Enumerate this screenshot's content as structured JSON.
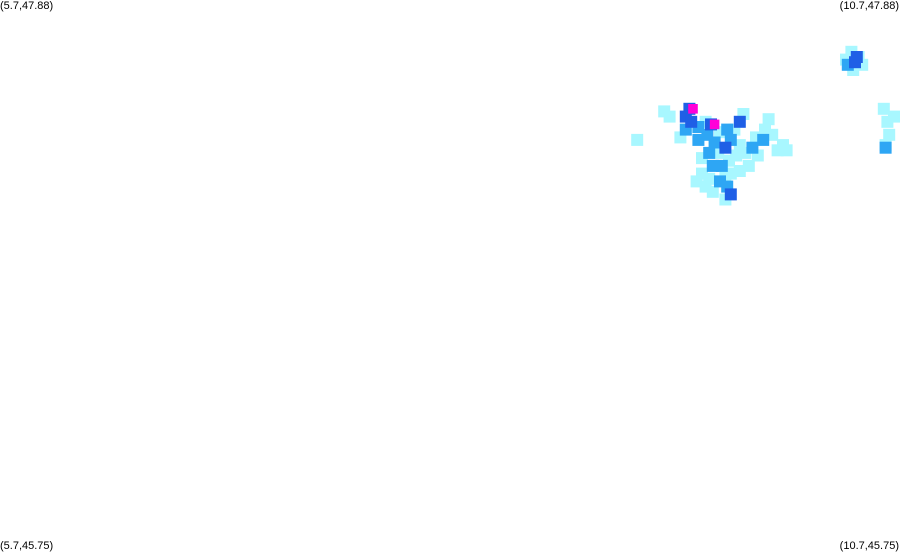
{
  "corners": {
    "top_left": "(5.7,47.88)",
    "top_right": "(10.7,47.88)",
    "bottom_left": "(5.7,45.75)",
    "bottom_right": "(10.7,45.75)"
  },
  "extent": {
    "lon_min": 5.7,
    "lon_max": 10.7,
    "lat_min": 45.75,
    "lat_max": 47.88
  },
  "colors": {
    "background": "#ffffff",
    "light": "#a8f7ff",
    "medium": "#2ea6f4",
    "dark": "#1f5fe6",
    "strong": "#ff00d8"
  },
  "precip_cells": [
    {
      "lon": 10.43,
      "lat": 47.68,
      "intensity": "light"
    },
    {
      "lon": 10.47,
      "lat": 47.66,
      "intensity": "light"
    },
    {
      "lon": 10.4,
      "lat": 47.65,
      "intensity": "light"
    },
    {
      "lon": 10.49,
      "lat": 47.63,
      "intensity": "light"
    },
    {
      "lon": 10.45,
      "lat": 47.64,
      "intensity": "dark"
    },
    {
      "lon": 10.46,
      "lat": 47.66,
      "intensity": "dark"
    },
    {
      "lon": 10.41,
      "lat": 47.63,
      "intensity": "medium"
    },
    {
      "lon": 10.44,
      "lat": 47.61,
      "intensity": "light"
    },
    {
      "lon": 10.61,
      "lat": 47.46,
      "intensity": "light"
    },
    {
      "lon": 10.63,
      "lat": 47.41,
      "intensity": "light"
    },
    {
      "lon": 10.64,
      "lat": 47.36,
      "intensity": "light"
    },
    {
      "lon": 10.62,
      "lat": 47.32,
      "intensity": "light"
    },
    {
      "lon": 10.62,
      "lat": 47.31,
      "intensity": "medium"
    },
    {
      "lon": 10.68,
      "lat": 47.43,
      "intensity": "light"
    },
    {
      "lon": 9.39,
      "lat": 47.45,
      "intensity": "light"
    },
    {
      "lon": 9.42,
      "lat": 47.43,
      "intensity": "light"
    },
    {
      "lon": 9.24,
      "lat": 47.34,
      "intensity": "light"
    },
    {
      "lon": 9.53,
      "lat": 47.46,
      "intensity": "dark"
    },
    {
      "lon": 9.55,
      "lat": 47.46,
      "intensity": "strong"
    },
    {
      "lon": 9.51,
      "lat": 47.43,
      "intensity": "dark"
    },
    {
      "lon": 9.54,
      "lat": 47.41,
      "intensity": "dark"
    },
    {
      "lon": 9.51,
      "lat": 47.38,
      "intensity": "medium"
    },
    {
      "lon": 9.48,
      "lat": 47.35,
      "intensity": "light"
    },
    {
      "lon": 9.58,
      "lat": 47.39,
      "intensity": "medium"
    },
    {
      "lon": 9.62,
      "lat": 47.41,
      "intensity": "light"
    },
    {
      "lon": 9.65,
      "lat": 47.4,
      "intensity": "dark"
    },
    {
      "lon": 9.67,
      "lat": 47.4,
      "intensity": "strong"
    },
    {
      "lon": 9.63,
      "lat": 47.36,
      "intensity": "medium"
    },
    {
      "lon": 9.58,
      "lat": 47.34,
      "intensity": "medium"
    },
    {
      "lon": 9.67,
      "lat": 47.33,
      "intensity": "medium"
    },
    {
      "lon": 9.7,
      "lat": 47.37,
      "intensity": "light"
    },
    {
      "lon": 9.74,
      "lat": 47.38,
      "intensity": "medium"
    },
    {
      "lon": 9.76,
      "lat": 47.34,
      "intensity": "medium"
    },
    {
      "lon": 9.73,
      "lat": 47.31,
      "intensity": "dark"
    },
    {
      "lon": 9.69,
      "lat": 47.29,
      "intensity": "light"
    },
    {
      "lon": 9.64,
      "lat": 47.29,
      "intensity": "medium"
    },
    {
      "lon": 9.6,
      "lat": 47.27,
      "intensity": "light"
    },
    {
      "lon": 9.66,
      "lat": 47.24,
      "intensity": "medium"
    },
    {
      "lon": 9.71,
      "lat": 47.24,
      "intensity": "medium"
    },
    {
      "lon": 9.75,
      "lat": 47.26,
      "intensity": "light"
    },
    {
      "lon": 9.79,
      "lat": 47.28,
      "intensity": "light"
    },
    {
      "lon": 9.81,
      "lat": 47.32,
      "intensity": "light"
    },
    {
      "lon": 9.84,
      "lat": 47.29,
      "intensity": "light"
    },
    {
      "lon": 9.88,
      "lat": 47.31,
      "intensity": "medium"
    },
    {
      "lon": 9.9,
      "lat": 47.35,
      "intensity": "light"
    },
    {
      "lon": 9.95,
      "lat": 47.38,
      "intensity": "light"
    },
    {
      "lon": 9.97,
      "lat": 47.42,
      "intensity": "light"
    },
    {
      "lon": 9.99,
      "lat": 47.36,
      "intensity": "light"
    },
    {
      "lon": 9.94,
      "lat": 47.34,
      "intensity": "medium"
    },
    {
      "lon": 9.91,
      "lat": 47.28,
      "intensity": "light"
    },
    {
      "lon": 9.86,
      "lat": 47.24,
      "intensity": "light"
    },
    {
      "lon": 9.81,
      "lat": 47.22,
      "intensity": "light"
    },
    {
      "lon": 9.76,
      "lat": 47.21,
      "intensity": "light"
    },
    {
      "lon": 9.73,
      "lat": 47.2,
      "intensity": "light"
    },
    {
      "lon": 9.7,
      "lat": 47.18,
      "intensity": "medium"
    },
    {
      "lon": 9.74,
      "lat": 47.16,
      "intensity": "medium"
    },
    {
      "lon": 9.76,
      "lat": 47.13,
      "intensity": "dark"
    },
    {
      "lon": 9.73,
      "lat": 47.11,
      "intensity": "light"
    },
    {
      "lon": 9.62,
      "lat": 47.16,
      "intensity": "light"
    },
    {
      "lon": 9.57,
      "lat": 47.18,
      "intensity": "light"
    },
    {
      "lon": 9.6,
      "lat": 47.21,
      "intensity": "light"
    },
    {
      "lon": 9.64,
      "lat": 47.19,
      "intensity": "light"
    },
    {
      "lon": 9.66,
      "lat": 47.14,
      "intensity": "light"
    },
    {
      "lon": 9.81,
      "lat": 47.41,
      "intensity": "dark"
    },
    {
      "lon": 9.83,
      "lat": 47.44,
      "intensity": "light"
    },
    {
      "lon": 9.78,
      "lat": 47.38,
      "intensity": "light"
    },
    {
      "lon": 10.02,
      "lat": 47.3,
      "intensity": "light"
    },
    {
      "lon": 10.05,
      "lat": 47.32,
      "intensity": "light"
    },
    {
      "lon": 10.07,
      "lat": 47.3,
      "intensity": "light"
    }
  ]
}
